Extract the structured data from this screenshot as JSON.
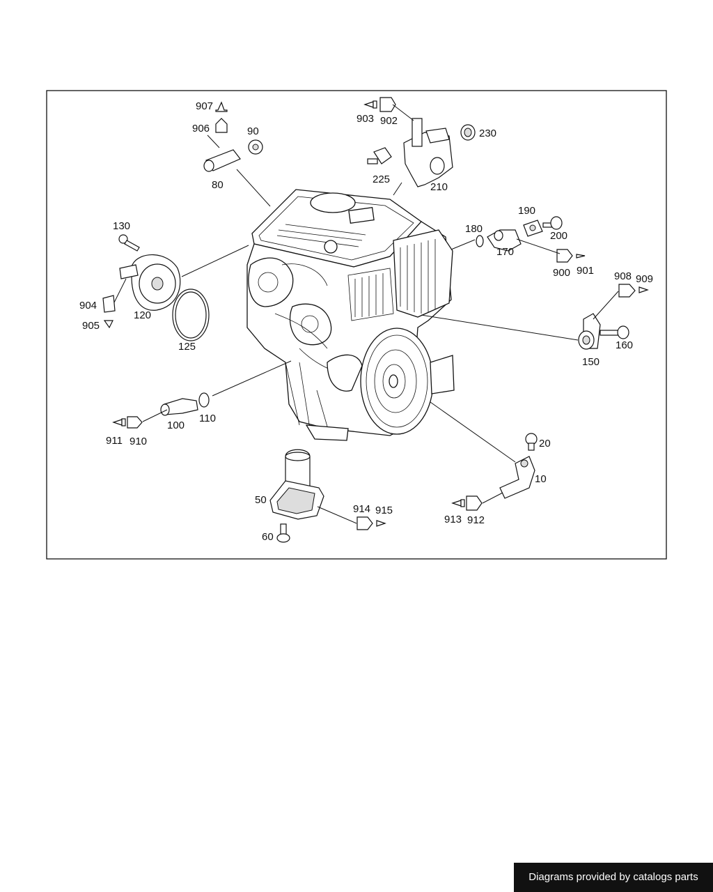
{
  "credit_text": "Diagrams provided by catalogs parts",
  "callouts": [
    "907",
    "906",
    "90",
    "80",
    "903",
    "902",
    "230",
    "225",
    "210",
    "130",
    "180",
    "190",
    "200",
    "170",
    "900",
    "901",
    "904",
    "120",
    "905",
    "125",
    "908",
    "909",
    "150",
    "160",
    "100",
    "110",
    "911",
    "910",
    "20",
    "10",
    "50",
    "914",
    "915",
    "913",
    "912",
    "60"
  ]
}
